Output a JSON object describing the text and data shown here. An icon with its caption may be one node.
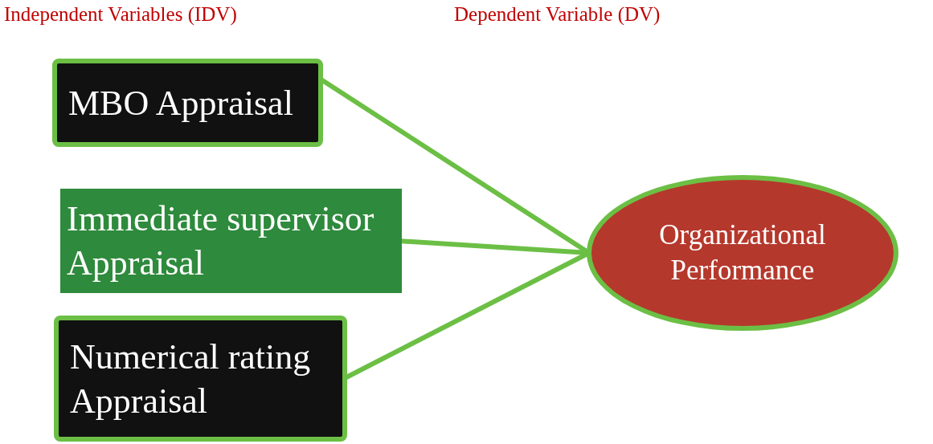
{
  "diagram": {
    "nodes": [
      {
        "text": [
          "MBO Appraisal"
        ]
      },
      {
        "text": [
          "Immediate supervisor Appraisal"
        ]
      },
      {
        "text": [
          "Numerical rating Appraisal"
        ]
      },
      {
        "text": [
          "Organizational Performance"
        ]
      }
    ],
    "edges": [
      {
        "from": 0,
        "to": 3,
        "arrow": "none"
      },
      {
        "from": 1,
        "to": 3,
        "arrow": "none"
      },
      {
        "from": 2,
        "to": 3,
        "arrow": "none"
      }
    ],
    "labels": [
      "Independent Variables (IDV)",
      "Dependent Variable (DV)"
    ]
  }
}
